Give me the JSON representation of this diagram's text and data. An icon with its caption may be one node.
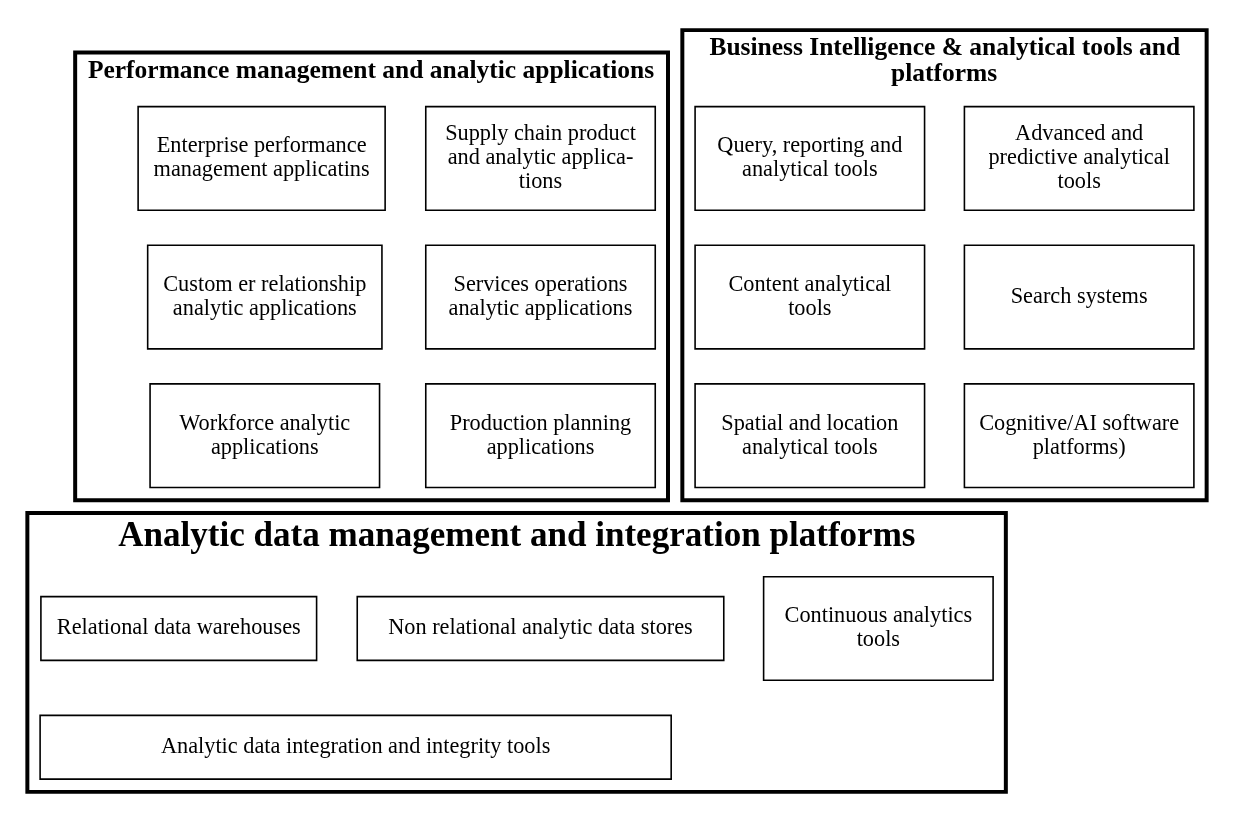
{
  "diagram": {
    "nodes": [
      {
        "text": [
          "Performance management and analytic applications"
        ]
      },
      {
        "text": [
          "Enterprise performance management applicatins"
        ],
        "in": 0
      },
      {
        "text": [
          "Supply chain product and analytic applica- tions"
        ],
        "in": 0
      },
      {
        "text": [
          "Custom er relationship analytic applications"
        ],
        "in": 0
      },
      {
        "text": [
          "Services operations analytic applications"
        ],
        "in": 0
      },
      {
        "text": [
          "Workforce analytic applications"
        ],
        "in": 0
      },
      {
        "text": [
          "Production planning applications"
        ],
        "in": 0
      },
      {
        "text": [
          "Business Intelligence & analytical tools and platforms"
        ]
      },
      {
        "text": [
          "Query, reporting and analytical tools"
        ],
        "in": 7
      },
      {
        "text": [
          "Advanced and predictive analytical tools"
        ],
        "in": 7
      },
      {
        "text": [
          "Content analytical tools"
        ],
        "in": 7
      },
      {
        "text": [
          "Search systems"
        ],
        "in": 7
      },
      {
        "text": [
          "Spatial and location analytical tools"
        ],
        "in": 7
      },
      {
        "text": [
          "Cognitive/AI software platforms)"
        ],
        "in": 7
      },
      {
        "text": [
          "Analytic data management and integration platforms"
        ]
      },
      {
        "text": [
          "Relational data warehouses"
        ],
        "in": 14
      },
      {
        "text": [
          "Non relational analytic data stores"
        ],
        "in": 14
      },
      {
        "text": [
          "Continuous analytics tools"
        ],
        "in": 14
      },
      {
        "text": [
          "Analytic data integration and integrity tools"
        ],
        "in": 14
      }
    ]
  }
}
